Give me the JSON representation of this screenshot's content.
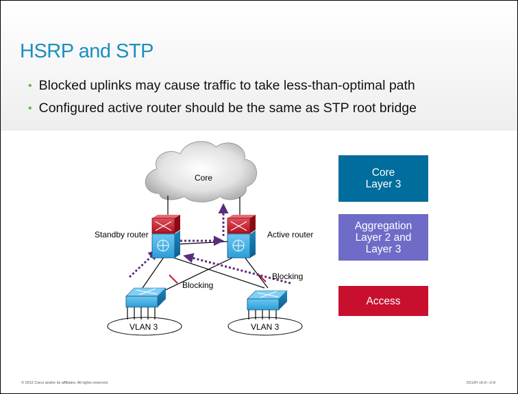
{
  "slide": {
    "title": "HSRP and STP",
    "bullets": [
      "Blocked uplinks may cause traffic to take less-than-optimal path",
      "Configured active router should be the same as STP root bridge"
    ],
    "footer_left": "© 2012 Cisco and/or its affiliates. All rights reserved.",
    "footer_right": "DCUFI v5.0—2-8"
  },
  "diagram": {
    "cloud_label": "Core",
    "standby_label": "Standby router",
    "active_label": "Active router",
    "blocking_left": "Blocking",
    "blocking_right": "Blocking",
    "vlan_left": "VLAN 3",
    "vlan_right": "VLAN 3"
  },
  "legend": {
    "core": [
      "Core",
      "Layer 3"
    ],
    "aggregation": [
      "Aggregation",
      "Layer 2 and",
      "Layer 3"
    ],
    "access": [
      "Access"
    ]
  },
  "colors": {
    "title": "#1a8fbf",
    "bullet_dot": "#6bb34a",
    "core": "#006d9c",
    "aggregation": "#6e6cc7",
    "access": "#c8102e",
    "switch_blue": "#2c9ed8",
    "router_red": "#c8102e",
    "traffic_arrow": "#5b2c7e"
  }
}
